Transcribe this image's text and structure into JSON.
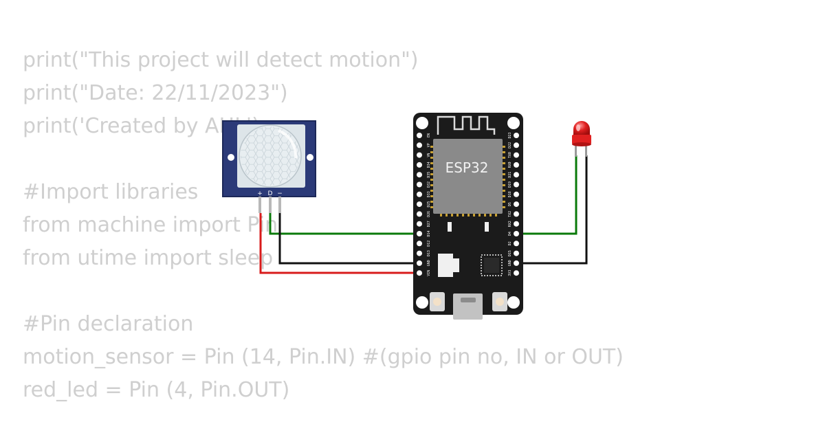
{
  "code_lines": [
    "print(\"This project will detect motion\")",
    "print(\"Date: 22/11/2023\")",
    "print('Created by AHL')",
    "",
    "#Import libraries",
    "from machine import Pin",
    "from utime import sleep",
    "",
    "#Pin declaration",
    "motion_sensor = Pin (14, Pin.IN) #(gpio pin no, IN or OUT)",
    "red_led = Pin (4, Pin.OUT)"
  ],
  "pir_sensor": {
    "pin_plus": "+",
    "pin_data": "D",
    "pin_minus": "−"
  },
  "esp32": {
    "chip_label": "ESP32",
    "left_pins": [
      "EN",
      "VP",
      "VN",
      "D34",
      "D35",
      "D32",
      "D33",
      "D25",
      "D26",
      "D27",
      "D14",
      "D12",
      "D13",
      "GND",
      "VIN"
    ],
    "right_pins": [
      "D23",
      "D22",
      "TX0",
      "RX0",
      "D21",
      "D19",
      "D18",
      "D5",
      "TX2",
      "RX2",
      "D4",
      "D2",
      "D15",
      "GND",
      "3V3"
    ]
  },
  "colors": {
    "code_text": "#cfcfcf",
    "board": "#1b1b1b",
    "chip_shield": "#8a8a8a",
    "pir_board": "#2b3a78",
    "pir_dome": "#e2eaee",
    "wire_signal": "#0a7a0a",
    "wire_ground": "#111111",
    "wire_power": "#d81b1b",
    "led_red": "#e02020"
  },
  "icons": [
    "pir-motion-sensor",
    "esp32-devkit-board",
    "red-led"
  ]
}
